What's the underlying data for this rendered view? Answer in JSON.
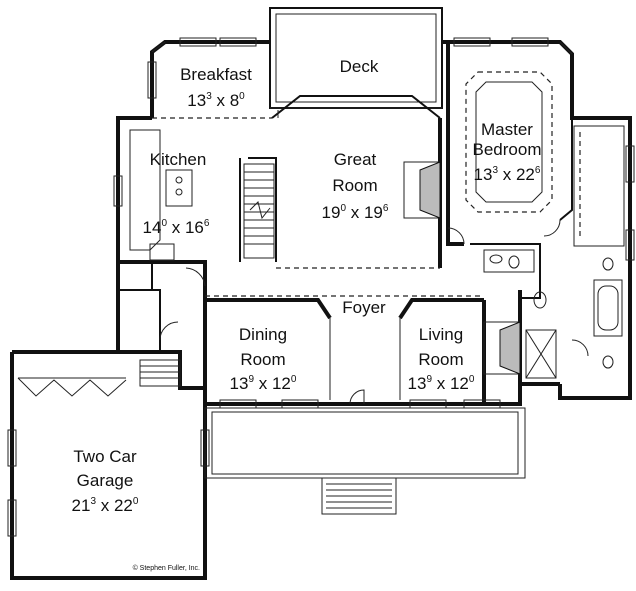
{
  "rooms": {
    "deck": {
      "name": "Deck"
    },
    "breakfast": {
      "name": "Breakfast",
      "w": "13",
      "w_in": "3",
      "d": "8",
      "d_in": "0"
    },
    "kitchen": {
      "name": "Kitchen",
      "w": "14",
      "w_in": "0",
      "d": "16",
      "d_in": "6"
    },
    "great_room": {
      "name_1": "Great",
      "name_2": "Room",
      "w": "19",
      "w_in": "0",
      "d": "19",
      "d_in": "6"
    },
    "master_bedroom": {
      "name_1": "Master",
      "name_2": "Bedroom",
      "w": "13",
      "w_in": "3",
      "d": "22",
      "d_in": "6"
    },
    "foyer": {
      "name": "Foyer"
    },
    "dining_room": {
      "name_1": "Dining",
      "name_2": "Room",
      "w": "13",
      "w_in": "9",
      "d": "12",
      "d_in": "0"
    },
    "living_room": {
      "name_1": "Living",
      "name_2": "Room",
      "w": "13",
      "w_in": "9",
      "d": "12",
      "d_in": "0"
    },
    "garage": {
      "name_1": "Two Car",
      "name_2": "Garage",
      "w": "21",
      "w_in": "3",
      "d": "22",
      "d_in": "0"
    }
  },
  "dim_separator": " x ",
  "credit": "© Stephen Fuller, Inc."
}
